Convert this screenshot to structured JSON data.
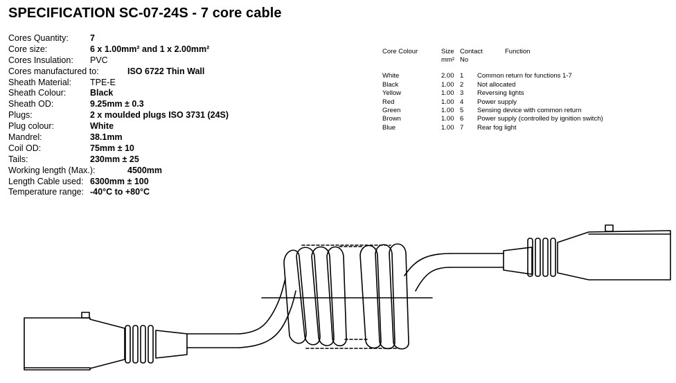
{
  "title": "SPECIFICATION SC-07-24S - 7 core cable",
  "specs": [
    {
      "label": "Cores Quantity:",
      "value": "7"
    },
    {
      "label": "Core size:",
      "value": "6 x 1.00mm² and 1 x 2.00mm²"
    },
    {
      "label": "Cores Insulation:",
      "value": "PVC"
    },
    {
      "label": "Cores manufactured to:",
      "value": "ISO 6722 Thin Wall"
    },
    {
      "label": "Sheath Material:",
      "value": "TPE-E"
    },
    {
      "label": "Sheath Colour:",
      "value": "Black"
    },
    {
      "label": "Sheath OD:",
      "value": "9.25mm ± 0.3"
    },
    {
      "label": "Plugs:",
      "value": "2 x moulded plugs ISO 3731 (24S)"
    },
    {
      "label": "Plug colour:",
      "value": "White"
    },
    {
      "label": "Mandrel:",
      "value": "38.1mm"
    },
    {
      "label": "Coil OD:",
      "value": "75mm ± 10"
    },
    {
      "label": "Tails:",
      "value": "230mm ± 25"
    },
    {
      "label": "Working length (Max.):",
      "value": "4500mm"
    },
    {
      "label": "Length Cable used:",
      "value": "6300mm ± 100"
    },
    {
      "label": "Temperature range:",
      "value": "-40°C to +80°C"
    }
  ],
  "core_table": {
    "headers": {
      "colour": "Core Colour",
      "size": "Size",
      "size_unit": "mm²",
      "contact": "Contact",
      "contact_no": "No",
      "function": "Function"
    },
    "rows": [
      {
        "colour": "White",
        "size": "2.00",
        "contact": "1",
        "function": "Common return for functions 1-7"
      },
      {
        "colour": "Black",
        "size": "1.00",
        "contact": "2",
        "function": "Not allocated"
      },
      {
        "colour": "Yellow",
        "size": "1.00",
        "contact": "3",
        "function": "Reversing lights"
      },
      {
        "colour": "Red",
        "size": "1.00",
        "contact": "4",
        "function": "Power supply"
      },
      {
        "colour": "Green",
        "size": "1.00",
        "contact": "5",
        "function": "Sensing device with common return"
      },
      {
        "colour": "Brown",
        "size": "1.00",
        "contact": "6",
        "function": "Power supply (controlled by ignition switch)"
      },
      {
        "colour": "Blue",
        "size": "1.00",
        "contact": "7",
        "function": "Rear fog light"
      }
    ]
  }
}
